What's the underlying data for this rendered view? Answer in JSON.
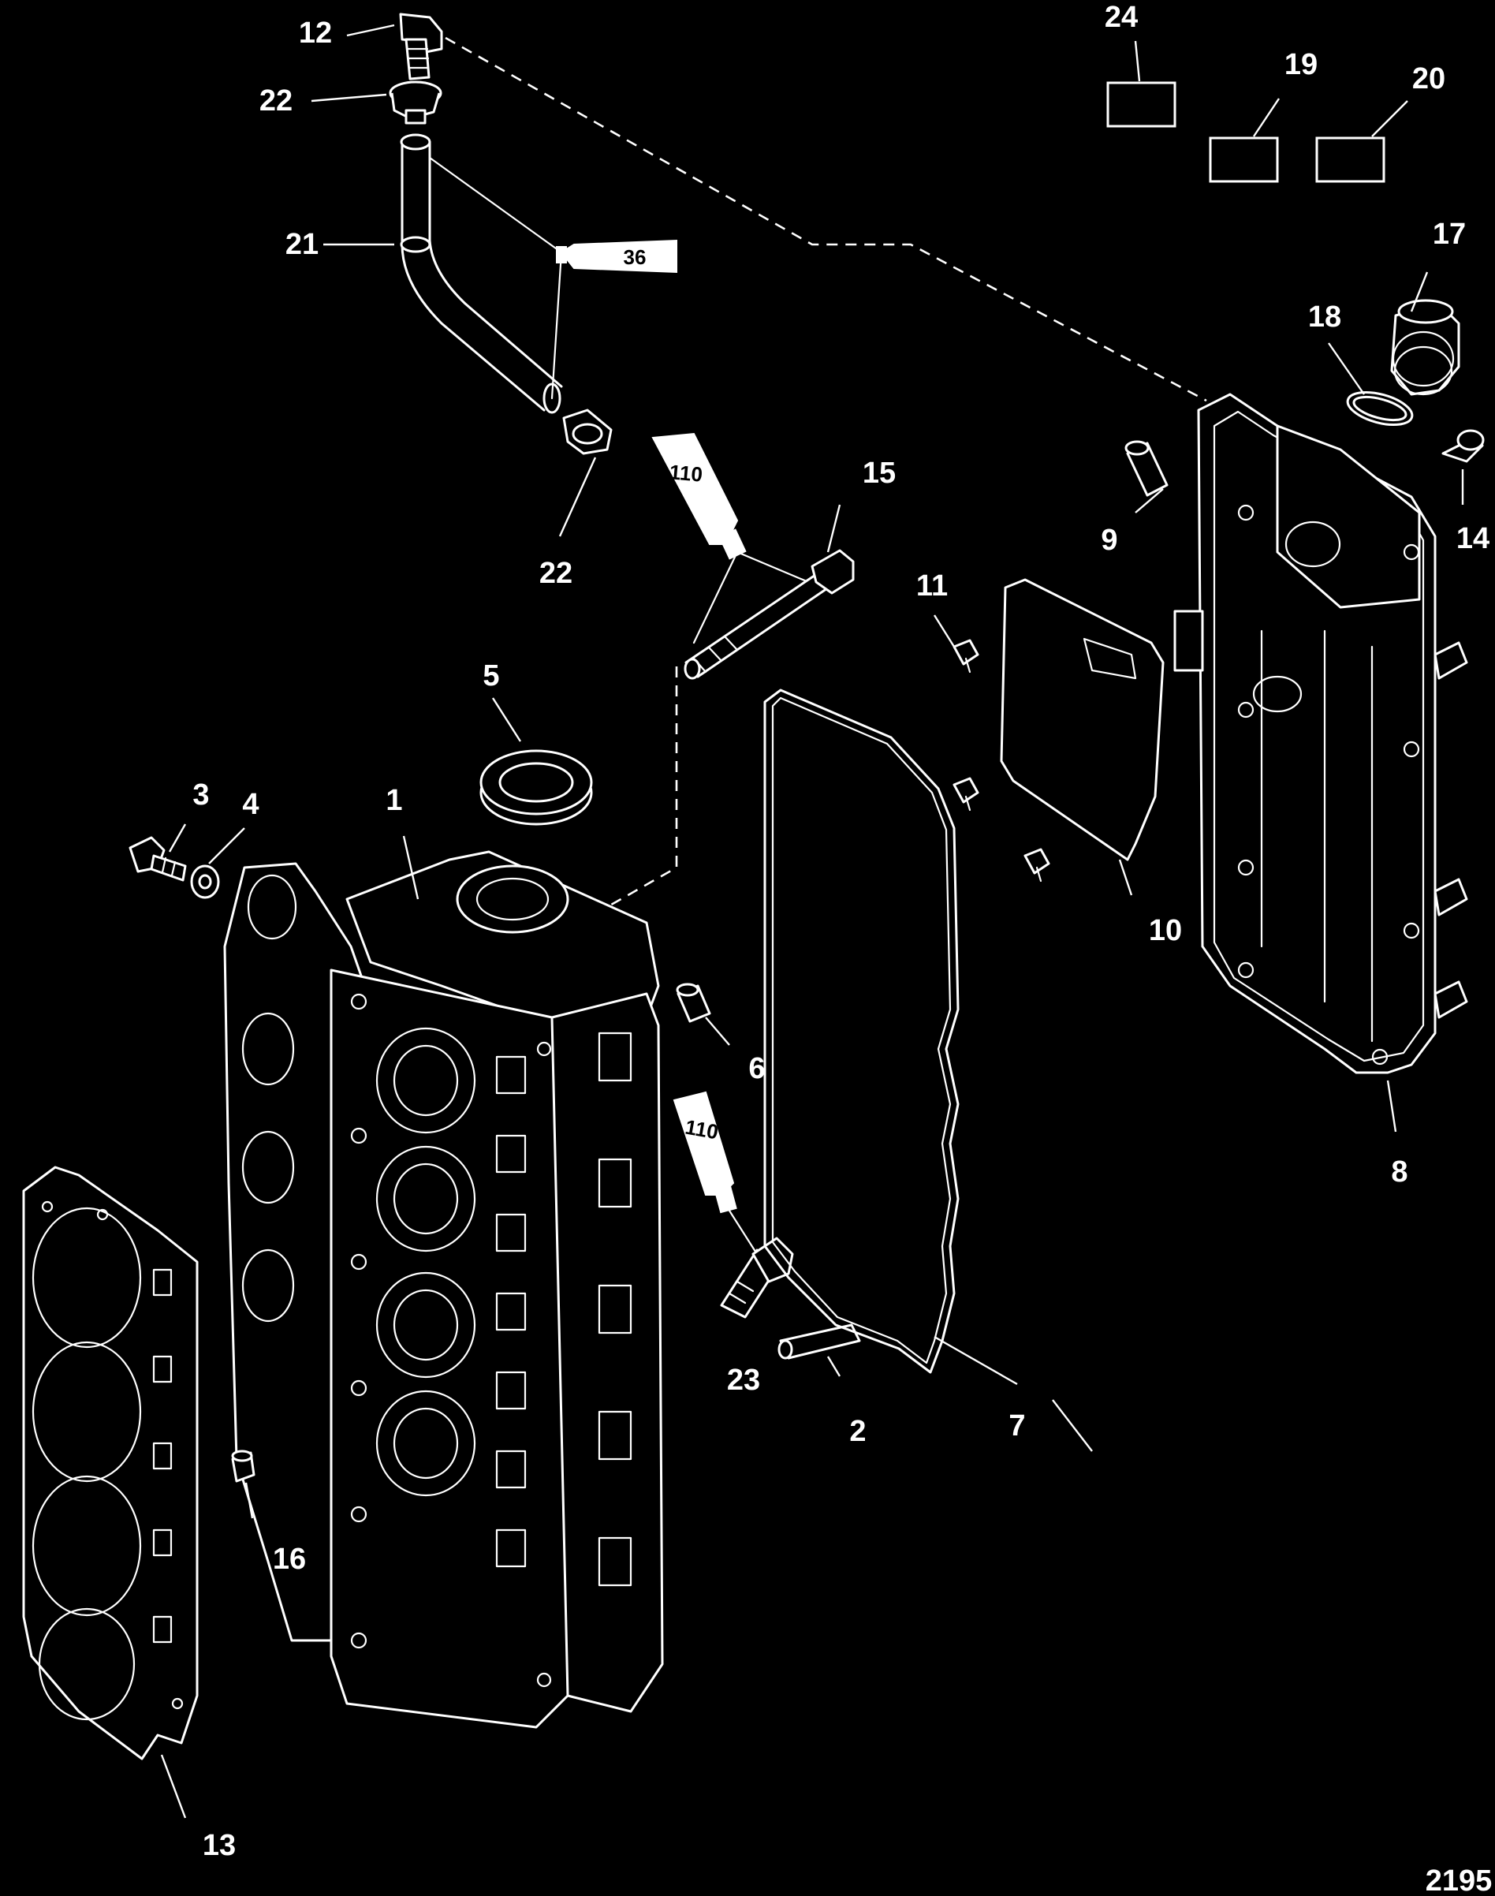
{
  "diagram": {
    "drawing_number": "2195",
    "callouts": [
      "1",
      "2",
      "3",
      "4",
      "5",
      "6",
      "7",
      "8",
      "9",
      "10",
      "11",
      "12",
      "13",
      "14",
      "15",
      "16",
      "17",
      "18",
      "19",
      "20",
      "21",
      "22",
      "22",
      "23",
      "24"
    ],
    "sealant_tubes": [
      "36",
      "110",
      "110"
    ]
  }
}
